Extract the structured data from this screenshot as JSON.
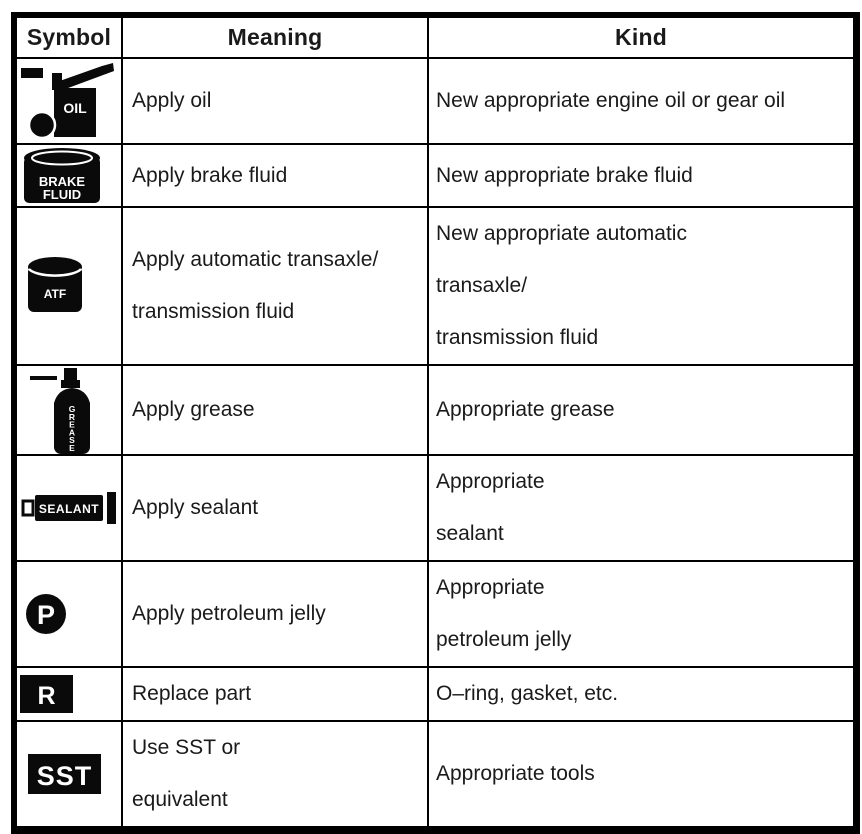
{
  "colors": {
    "border": "#000000",
    "background": "#ffffff",
    "text": "#1a1a1a",
    "icon_fill": "#0a0a0a",
    "icon_text": "#ffffff"
  },
  "table": {
    "headers": [
      "Symbol",
      "Meaning",
      "Kind"
    ],
    "rows": [
      {
        "symbol": "oil-can",
        "icon_text": "OIL",
        "meaning": [
          "Apply oil"
        ],
        "kind": [
          "New appropriate engine oil or gear oil"
        ]
      },
      {
        "symbol": "brake-fluid-can",
        "icon_text_line1": "BRAKE",
        "icon_text_line2": "FLUID",
        "meaning": [
          "Apply brake fluid"
        ],
        "kind": [
          "New appropriate brake fluid"
        ]
      },
      {
        "symbol": "atf-can",
        "icon_text": "ATF",
        "meaning": [
          "Apply automatic transaxle/",
          "transmission fluid"
        ],
        "kind": [
          "New appropriate automatic",
          "transaxle/",
          "transmission fluid"
        ]
      },
      {
        "symbol": "grease-spray-can",
        "icon_text": "GREASE",
        "meaning": [
          "Apply grease"
        ],
        "kind": [
          "Appropriate grease"
        ]
      },
      {
        "symbol": "sealant-tube",
        "icon_text": "SEALANT",
        "meaning": [
          "Apply sealant"
        ],
        "kind": [
          "Appropriate",
          "sealant"
        ]
      },
      {
        "symbol": "petroleum-jelly",
        "icon_text": "P",
        "meaning": [
          "Apply petroleum jelly"
        ],
        "kind": [
          "Appropriate",
          "petroleum jelly"
        ]
      },
      {
        "symbol": "replace-part",
        "icon_text": "R",
        "meaning": [
          "Replace part"
        ],
        "kind": [
          "O–ring, gasket, etc."
        ]
      },
      {
        "symbol": "sst",
        "icon_text": "SST",
        "meaning": [
          "Use SST or",
          "equivalent"
        ],
        "kind": [
          "Appropriate tools"
        ]
      }
    ]
  }
}
